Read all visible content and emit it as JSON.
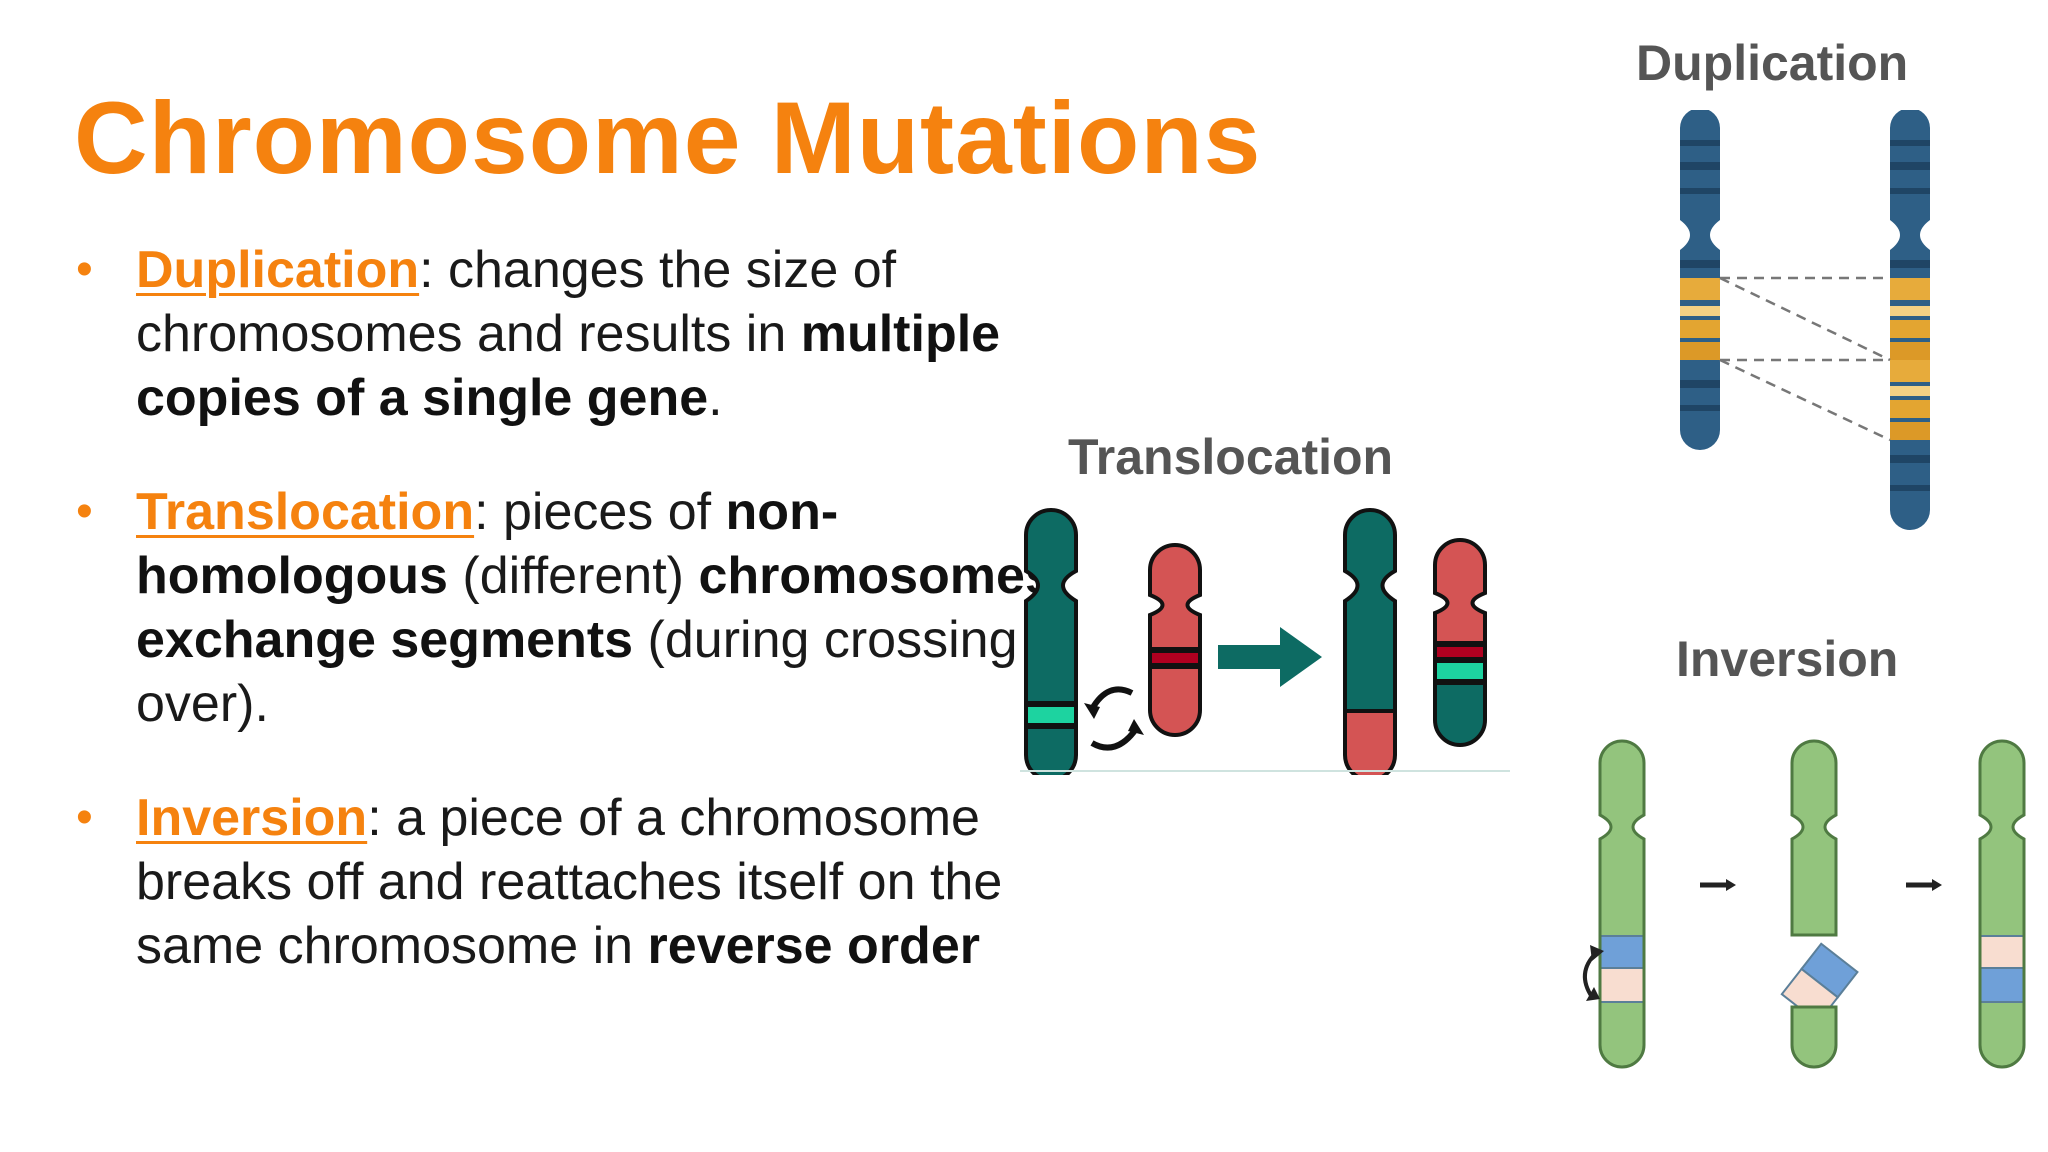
{
  "title": "Chromosome Mutations",
  "bullets": {
    "duplication": {
      "term": "Duplication",
      "text1": ": changes the size of chromosomes and results in ",
      "bold1": "multiple copies of a single gene",
      "text2": "."
    },
    "translocation": {
      "term": "Translocation",
      "text1": ": pieces of ",
      "bold1": "non-homologous",
      "text2": " (different) ",
      "bold2": "chromosomes exchange segments",
      "text3": " (during crossing over)."
    },
    "inversion": {
      "term": "Inversion",
      "text1": ": a piece of a chromosome breaks off and reattaches itself on the same chromosome in ",
      "bold1": "reverse order"
    }
  },
  "figures": {
    "duplication_label": "Duplication",
    "translocation_label": "Translocation",
    "inversion_label": "Inversion"
  },
  "colors": {
    "accent": "#f5820f",
    "teal": "#0d6b63",
    "red": "#d45454",
    "dup_blue": "#2e5f86",
    "dup_gold": "#e3a531",
    "inv_green": "#93c47d",
    "inv_blue": "#6fa0d8",
    "inv_peach": "#f8ddd0"
  }
}
